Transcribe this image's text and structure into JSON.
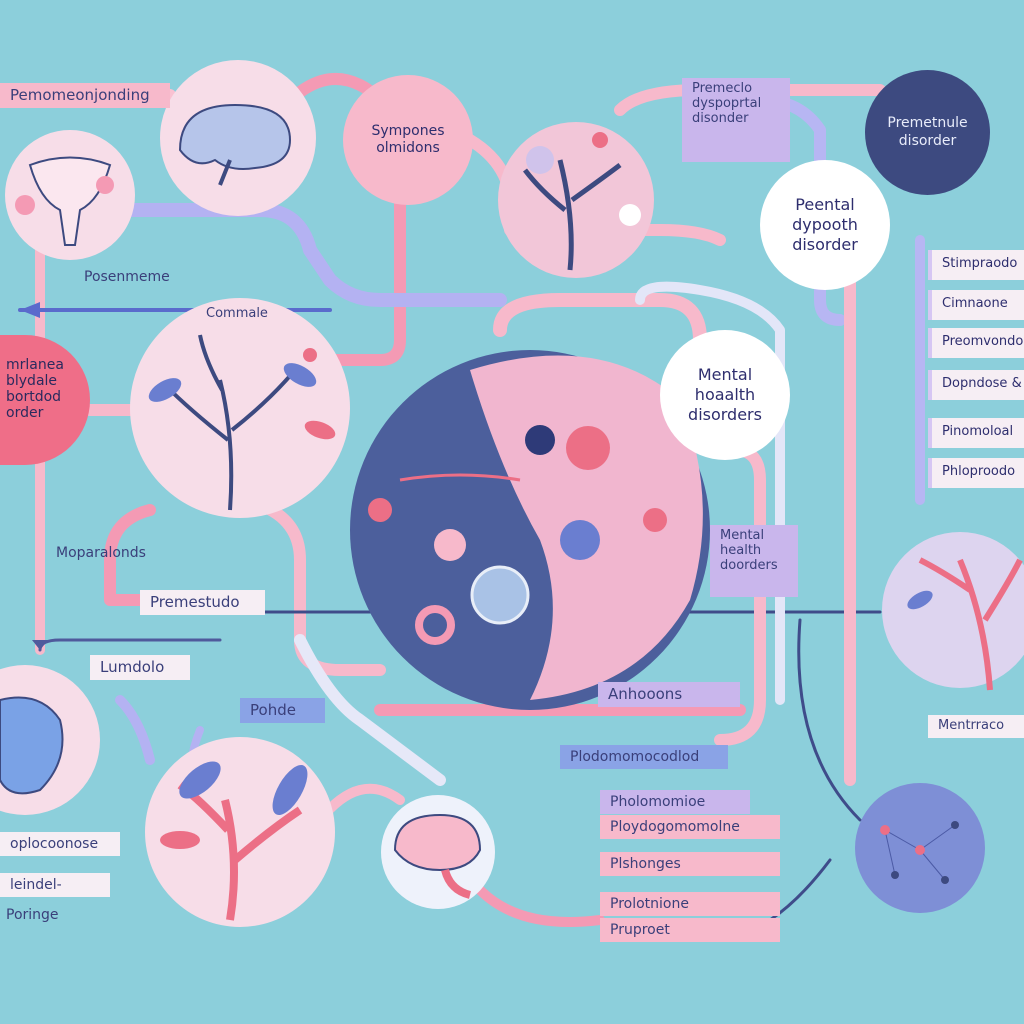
{
  "labels": {
    "top_left": "Pemomeonjonding",
    "symptoms": "Sympones\nolmidons",
    "premenstrual_top": "Premeclo\ndyspoprtal\ndisonder",
    "premenstrule_dark": "Premetnule\ndisorder",
    "peental": "Peental\ndypooth\ndisorder",
    "posenmeme": "Posenmeme",
    "commale": "Commale",
    "left_pink": "mrlanea\nblydale\nbortdod\norder",
    "mental_big": "Mental\nhoaalth\ndisorders",
    "mental_small": "Mental\nhealth\ndoorders",
    "mopparalonds": "Moparalonds",
    "premestudo": "Premestudo",
    "lumdolo": "Lumdolo",
    "pohde": "Pohde",
    "anhooons": "Anhooons",
    "plodomo": "Plodomomocodlod",
    "list1": "Pholomomioe",
    "list2": "Ploydogomomolne",
    "list3": "Plshonges",
    "list4": "Prolotnione",
    "list5": "Pruproet",
    "bl1": "oplocoonose",
    "bl2": "leindel-",
    "bl3": "Poringe",
    "mentrrace": "Mentrraco"
  },
  "side_tabs": [
    "Stimpraodo",
    "Cimnaone",
    "Preomvondo",
    "Dopndose &",
    "Pinomoloal",
    "Phloproodo"
  ],
  "colors": {
    "background": "#8ccfdb",
    "pink": "#f7b9cb",
    "lavender": "#c9b6ec",
    "navy": "#3d4a80",
    "coral": "#ec6f86"
  }
}
